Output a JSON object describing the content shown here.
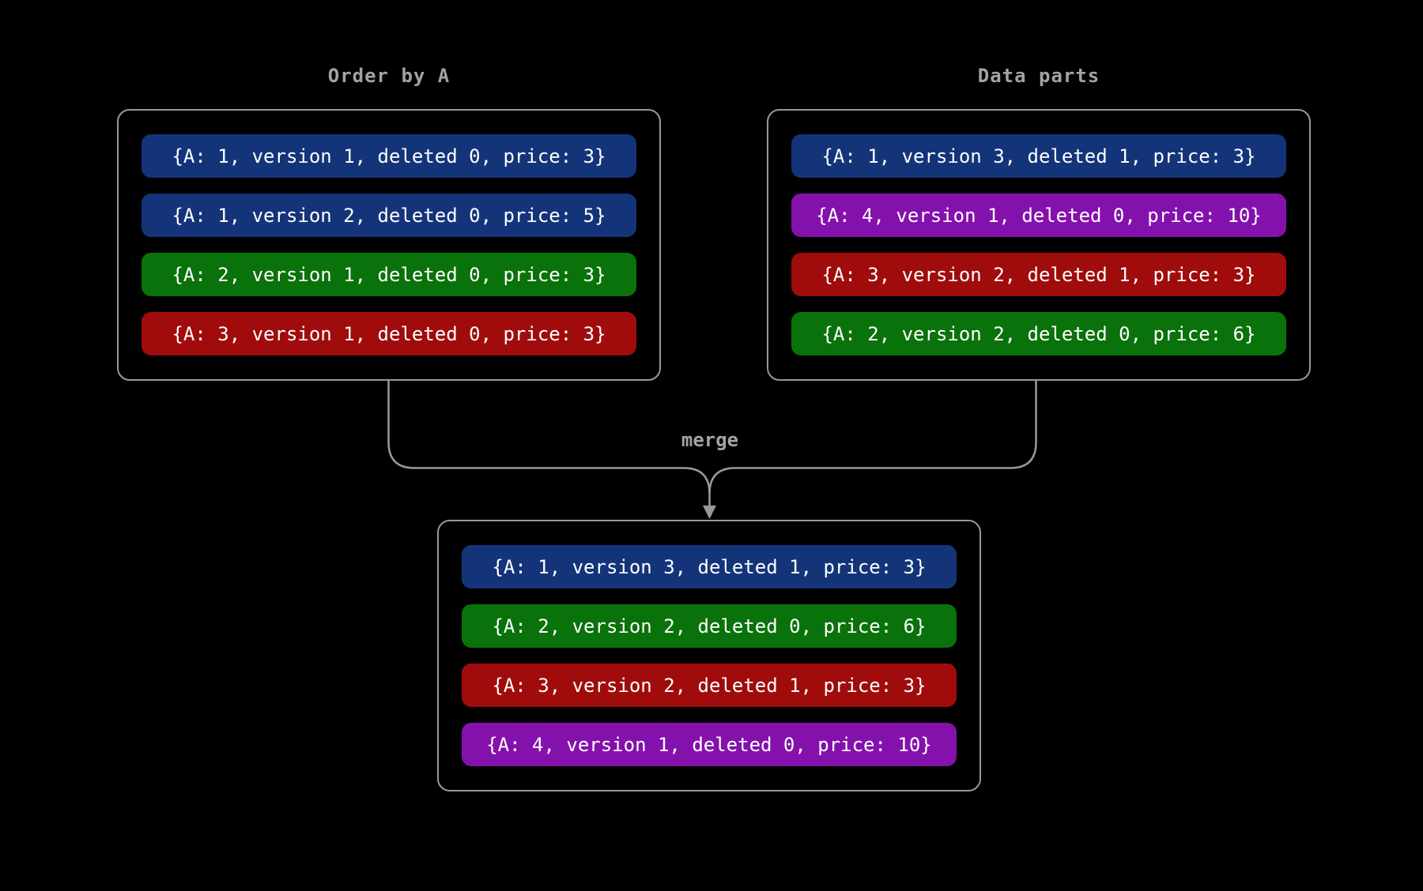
{
  "canvas": {
    "background": "#000000",
    "line_color": "#999999",
    "label_color": "#a3a3a3",
    "row_text_color": "#ffffff"
  },
  "colors": {
    "blue": "#14347a",
    "green": "#0a720a",
    "red": "#a00c0c",
    "purple": "#8511ad"
  },
  "merge_label": "merge",
  "groups": [
    {
      "id": "order-by-a",
      "title": "Order by A",
      "rows": [
        {
          "color": "blue",
          "text": "{A: 1, version 1, deleted 0, price: 3}"
        },
        {
          "color": "blue",
          "text": "{A: 1, version 2, deleted 0, price: 5}"
        },
        {
          "color": "green",
          "text": "{A: 2, version 1, deleted 0, price: 3}"
        },
        {
          "color": "red",
          "text": "{A: 3, version 1, deleted 0, price: 3}"
        }
      ]
    },
    {
      "id": "data-parts",
      "title": "Data parts",
      "rows": [
        {
          "color": "blue",
          "text": "{A: 1, version 3, deleted 1, price: 3}"
        },
        {
          "color": "purple",
          "text": "{A: 4, version 1, deleted 0, price: 10}"
        },
        {
          "color": "red",
          "text": "{A: 3, version 2, deleted 1, price: 3}"
        },
        {
          "color": "green",
          "text": "{A: 2, version 2, deleted 0, price: 6}"
        }
      ]
    },
    {
      "id": "merged-result",
      "title": "",
      "rows": [
        {
          "color": "blue",
          "text": "{A: 1, version 3, deleted 1, price: 3}"
        },
        {
          "color": "green",
          "text": "{A: 2, version 2, deleted 0, price: 6}"
        },
        {
          "color": "red",
          "text": "{A: 3, version 2, deleted 1, price: 3}"
        },
        {
          "color": "purple",
          "text": "{A: 4, version 1, deleted 0, price: 10}"
        }
      ]
    }
  ]
}
